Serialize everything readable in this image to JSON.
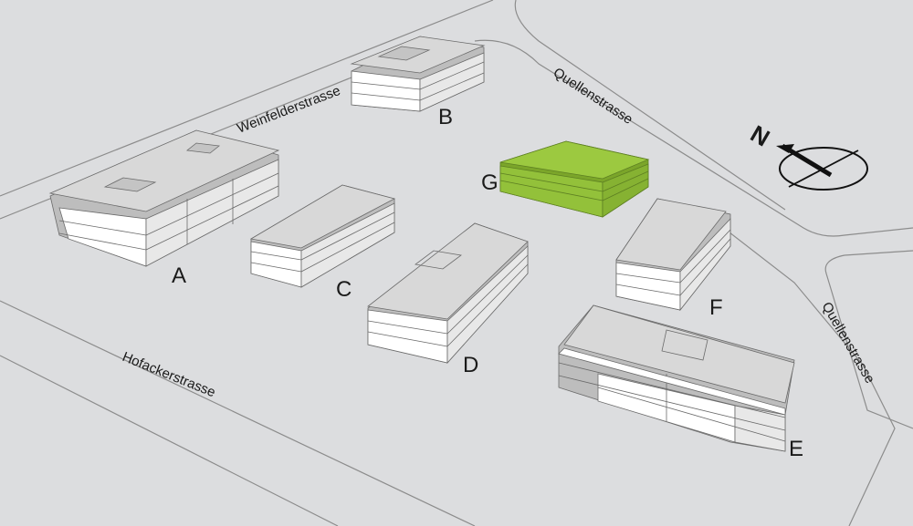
{
  "map": {
    "streets": [
      {
        "id": "weinfelderstrasse",
        "label": "Weinfelderstrasse"
      },
      {
        "id": "quellenstrasse-north",
        "label": "Quellenstrasse"
      },
      {
        "id": "quellenstrasse-east",
        "label": "Quellenstrasse"
      },
      {
        "id": "hofackerstrasse",
        "label": "Hofackerstrasse"
      }
    ],
    "buildings": [
      {
        "id": "A",
        "label": "A",
        "highlighted": false
      },
      {
        "id": "B",
        "label": "B",
        "highlighted": false
      },
      {
        "id": "C",
        "label": "C",
        "highlighted": false
      },
      {
        "id": "D",
        "label": "D",
        "highlighted": false
      },
      {
        "id": "E",
        "label": "E",
        "highlighted": false
      },
      {
        "id": "F",
        "label": "F",
        "highlighted": false
      },
      {
        "id": "G",
        "label": "G",
        "highlighted": true
      }
    ],
    "north_arrow": {
      "label": "N"
    },
    "colors": {
      "ground": "#dcdddf",
      "road_edge": "#8c8c8c",
      "roof": "#d8d8d8",
      "facade": "#ffffff",
      "slab_shadow": "#bdbdbd",
      "outline": "#6a6a6a",
      "highlight": "#93c13a",
      "highlight_dark": "#7ba52a"
    }
  }
}
